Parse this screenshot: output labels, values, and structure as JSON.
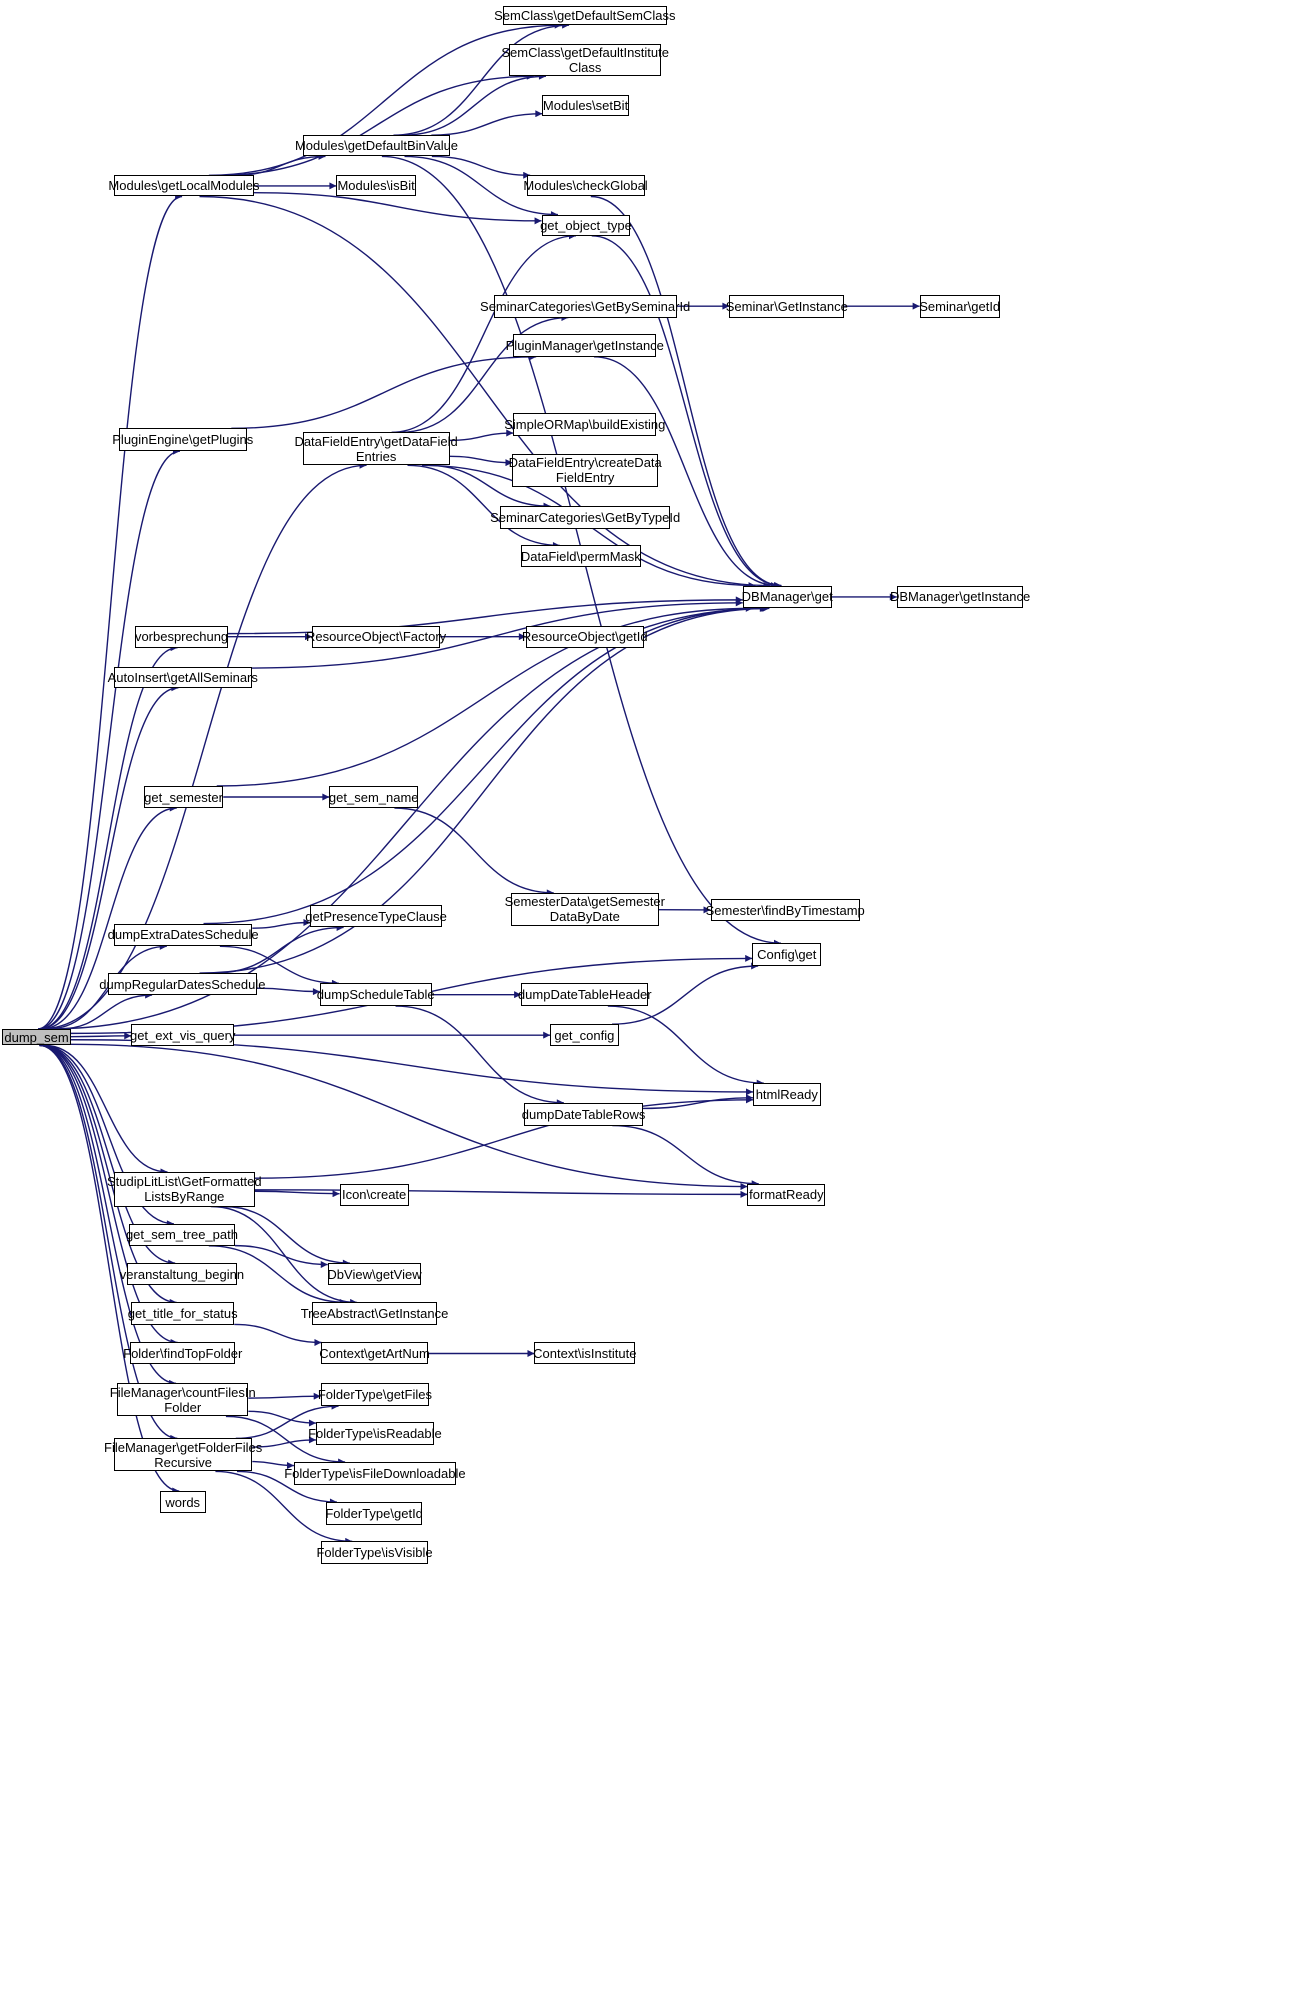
{
  "graph": {
    "root": "dump_sem",
    "colors": {
      "edge": "#191970",
      "root_fill": "#bfbfbf",
      "node_fill": "#ffffff",
      "node_border": "#000000"
    },
    "nodes": [
      {
        "id": "dump_sem",
        "label": "dump_sem"
      },
      {
        "id": "semclass_getdefaultsemclass",
        "label": "SemClass\\getDefaultSemClass"
      },
      {
        "id": "semclass_getdefaultinstituteclass",
        "label": "SemClass\\getDefaultInstitute\nClass"
      },
      {
        "id": "modules_setbit",
        "label": "Modules\\setBit"
      },
      {
        "id": "modules_getdefaultbinvalue",
        "label": "Modules\\getDefaultBinValue"
      },
      {
        "id": "modules_getlocalmodules",
        "label": "Modules\\getLocalModules"
      },
      {
        "id": "modules_isbit",
        "label": "Modules\\isBit"
      },
      {
        "id": "modules_checkglobal",
        "label": "Modules\\checkGlobal"
      },
      {
        "id": "get_object_type",
        "label": "get_object_type"
      },
      {
        "id": "seminarcategories_getbyseminarid",
        "label": "SeminarCategories\\GetBySeminarId"
      },
      {
        "id": "seminar_getinstance",
        "label": "Seminar\\GetInstance"
      },
      {
        "id": "seminar_getid",
        "label": "Seminar\\getId"
      },
      {
        "id": "pluginmanager_getinstance",
        "label": "PluginManager\\getInstance"
      },
      {
        "id": "pluginengine_getplugins",
        "label": "PluginEngine\\getPlugins"
      },
      {
        "id": "datafieldentry_getdatafieldentries",
        "label": "DataFieldEntry\\getDataField\nEntries"
      },
      {
        "id": "simpleormap_buildexisting",
        "label": "SimpleORMap\\buildExisting"
      },
      {
        "id": "datafieldentry_createdatafieldentry",
        "label": "DataFieldEntry\\createData\nFieldEntry"
      },
      {
        "id": "seminarcategories_getbytypeid",
        "label": "SeminarCategories\\GetByTypeId"
      },
      {
        "id": "datafield_permmask",
        "label": "DataField\\permMask"
      },
      {
        "id": "dbmanager_get",
        "label": "DBManager\\get"
      },
      {
        "id": "dbmanager_getinstance",
        "label": "DBManager\\getInstance"
      },
      {
        "id": "vorbesprechung",
        "label": "vorbesprechung"
      },
      {
        "id": "resourceobject_factory",
        "label": "ResourceObject\\Factory"
      },
      {
        "id": "resourceobject_getid",
        "label": "ResourceObject\\getId"
      },
      {
        "id": "autoinsert_getallseminars",
        "label": "AutoInsert\\getAllSeminars"
      },
      {
        "id": "get_semester",
        "label": "get_semester"
      },
      {
        "id": "get_sem_name",
        "label": "get_sem_name"
      },
      {
        "id": "semesterdata_getsemesterdatabydate",
        "label": "SemesterData\\getSemester\nDataByDate"
      },
      {
        "id": "semester_findbytimestamp",
        "label": "Semester\\findByTimestamp"
      },
      {
        "id": "dumpextradatesschedule",
        "label": "dumpExtraDatesSchedule"
      },
      {
        "id": "getpresencetypeclause",
        "label": "getPresenceTypeClause"
      },
      {
        "id": "config_get",
        "label": "Config\\get"
      },
      {
        "id": "dumpregulardatesschedule",
        "label": "dumpRegularDatesSchedule"
      },
      {
        "id": "dumpscheduletable",
        "label": "dumpScheduleTable"
      },
      {
        "id": "dumpdatetableheader",
        "label": "dumpDateTableHeader"
      },
      {
        "id": "get_ext_vis_query",
        "label": "get_ext_vis_query"
      },
      {
        "id": "get_config",
        "label": "get_config"
      },
      {
        "id": "htmlready",
        "label": "htmlReady"
      },
      {
        "id": "dumpdatetablerows",
        "label": "dumpDateTableRows"
      },
      {
        "id": "studiplitlist_getformattedlistsbyrange",
        "label": "StudipLitList\\GetFormatted\nListsByRange"
      },
      {
        "id": "icon_create",
        "label": "Icon\\create"
      },
      {
        "id": "formatready",
        "label": "formatReady"
      },
      {
        "id": "get_sem_tree_path",
        "label": "get_sem_tree_path"
      },
      {
        "id": "dbview_getview",
        "label": "DbView\\getView"
      },
      {
        "id": "veranstaltung_beginn",
        "label": "veranstaltung_beginn"
      },
      {
        "id": "treeabstract_getinstance",
        "label": "TreeAbstract\\GetInstance"
      },
      {
        "id": "get_title_for_status",
        "label": "get_title_for_status"
      },
      {
        "id": "context_getartnum",
        "label": "Context\\getArtNum"
      },
      {
        "id": "context_isinstitute",
        "label": "Context\\isInstitute"
      },
      {
        "id": "folder_findtopfolder",
        "label": "Folder\\findTopFolder"
      },
      {
        "id": "filemanager_countfilesinfolder",
        "label": "FileManager\\countFilesIn\nFolder"
      },
      {
        "id": "foldertype_getfiles",
        "label": "FolderType\\getFiles"
      },
      {
        "id": "foldertype_isreadable",
        "label": "FolderType\\isReadable"
      },
      {
        "id": "filemanager_getfolderfilesrecursive",
        "label": "FileManager\\getFolderFiles\nRecursive"
      },
      {
        "id": "foldertype_isfiledownloadable",
        "label": "FolderType\\isFileDownloadable"
      },
      {
        "id": "foldertype_getid",
        "label": "FolderType\\getId"
      },
      {
        "id": "foldertype_isvisible",
        "label": "FolderType\\isVisible"
      },
      {
        "id": "words",
        "label": "words"
      }
    ],
    "edges": [
      [
        "dump_sem",
        "modules_getlocalmodules"
      ],
      [
        "dump_sem",
        "pluginengine_getplugins"
      ],
      [
        "dump_sem",
        "datafieldentry_getdatafieldentries"
      ],
      [
        "dump_sem",
        "vorbesprechung"
      ],
      [
        "dump_sem",
        "autoinsert_getallseminars"
      ],
      [
        "dump_sem",
        "dbmanager_get"
      ],
      [
        "dump_sem",
        "get_semester"
      ],
      [
        "dump_sem",
        "config_get"
      ],
      [
        "dump_sem",
        "dumpextradatesschedule"
      ],
      [
        "dump_sem",
        "dumpregulardatesschedule"
      ],
      [
        "dump_sem",
        "get_ext_vis_query"
      ],
      [
        "dump_sem",
        "htmlready"
      ],
      [
        "dump_sem",
        "formatready"
      ],
      [
        "dump_sem",
        "studiplitlist_getformattedlistsbyrange"
      ],
      [
        "dump_sem",
        "get_sem_tree_path"
      ],
      [
        "dump_sem",
        "veranstaltung_beginn"
      ],
      [
        "dump_sem",
        "get_title_for_status"
      ],
      [
        "dump_sem",
        "folder_findtopfolder"
      ],
      [
        "dump_sem",
        "filemanager_countfilesinfolder"
      ],
      [
        "dump_sem",
        "filemanager_getfolderfilesrecursive"
      ],
      [
        "dump_sem",
        "words"
      ],
      [
        "modules_getlocalmodules",
        "semclass_getdefaultsemclass"
      ],
      [
        "modules_getlocalmodules",
        "semclass_getdefaultinstituteclass"
      ],
      [
        "modules_getlocalmodules",
        "modules_getdefaultbinvalue"
      ],
      [
        "modules_getlocalmodules",
        "modules_isbit"
      ],
      [
        "modules_getlocalmodules",
        "get_object_type"
      ],
      [
        "modules_getlocalmodules",
        "dbmanager_get"
      ],
      [
        "modules_getdefaultbinvalue",
        "semclass_getdefaultsemclass"
      ],
      [
        "modules_getdefaultbinvalue",
        "semclass_getdefaultinstituteclass"
      ],
      [
        "modules_getdefaultbinvalue",
        "modules_setbit"
      ],
      [
        "modules_getdefaultbinvalue",
        "modules_checkglobal"
      ],
      [
        "modules_getdefaultbinvalue",
        "get_object_type"
      ],
      [
        "modules_getdefaultbinvalue",
        "config_get"
      ],
      [
        "modules_checkglobal",
        "dbmanager_get"
      ],
      [
        "get_object_type",
        "dbmanager_get"
      ],
      [
        "seminarcategories_getbyseminarid",
        "seminar_getinstance"
      ],
      [
        "seminar_getinstance",
        "seminar_getid"
      ],
      [
        "pluginengine_getplugins",
        "pluginmanager_getinstance"
      ],
      [
        "pluginmanager_getinstance",
        "dbmanager_get"
      ],
      [
        "datafieldentry_getdatafieldentries",
        "get_object_type"
      ],
      [
        "datafieldentry_getdatafieldentries",
        "seminarcategories_getbyseminarid"
      ],
      [
        "datafieldentry_getdatafieldentries",
        "dbmanager_get"
      ],
      [
        "datafieldentry_getdatafieldentries",
        "simpleormap_buildexisting"
      ],
      [
        "datafieldentry_getdatafieldentries",
        "datafieldentry_createdatafieldentry"
      ],
      [
        "datafieldentry_getdatafieldentries",
        "seminarcategories_getbytypeid"
      ],
      [
        "datafieldentry_getdatafieldentries",
        "datafield_permmask"
      ],
      [
        "dbmanager_get",
        "dbmanager_getinstance"
      ],
      [
        "vorbesprechung",
        "dbmanager_get"
      ],
      [
        "vorbesprechung",
        "resourceobject_factory"
      ],
      [
        "resourceobject_factory",
        "resourceobject_getid"
      ],
      [
        "autoinsert_getallseminars",
        "dbmanager_get"
      ],
      [
        "get_semester",
        "dbmanager_get"
      ],
      [
        "get_semester",
        "get_sem_name"
      ],
      [
        "get_sem_name",
        "semesterdata_getsemesterdatabydate"
      ],
      [
        "semesterdata_getsemesterdatabydate",
        "semester_findbytimestamp"
      ],
      [
        "dumpextradatesschedule",
        "dbmanager_get"
      ],
      [
        "dumpextradatesschedule",
        "getpresencetypeclause"
      ],
      [
        "dumpextradatesschedule",
        "dumpscheduletable"
      ],
      [
        "dumpregulardatesschedule",
        "dbmanager_get"
      ],
      [
        "dumpregulardatesschedule",
        "getpresencetypeclause"
      ],
      [
        "dumpregulardatesschedule",
        "dumpscheduletable"
      ],
      [
        "dumpscheduletable",
        "dumpdatetableheader"
      ],
      [
        "dumpscheduletable",
        "dumpdatetablerows"
      ],
      [
        "dumpdatetableheader",
        "htmlready"
      ],
      [
        "dumpdatetablerows",
        "htmlready"
      ],
      [
        "dumpdatetablerows",
        "formatready"
      ],
      [
        "get_ext_vis_query",
        "get_config"
      ],
      [
        "get_config",
        "config_get"
      ],
      [
        "studiplitlist_getformattedlistsbyrange",
        "htmlready"
      ],
      [
        "studiplitlist_getformattedlistsbyrange",
        "icon_create"
      ],
      [
        "studiplitlist_getformattedlistsbyrange",
        "formatready"
      ],
      [
        "studiplitlist_getformattedlistsbyrange",
        "dbview_getview"
      ],
      [
        "studiplitlist_getformattedlistsbyrange",
        "treeabstract_getinstance"
      ],
      [
        "get_sem_tree_path",
        "dbview_getview"
      ],
      [
        "get_sem_tree_path",
        "treeabstract_getinstance"
      ],
      [
        "get_title_for_status",
        "context_getartnum"
      ],
      [
        "context_getartnum",
        "context_isinstitute"
      ],
      [
        "filemanager_countfilesinfolder",
        "foldertype_getfiles"
      ],
      [
        "filemanager_countfilesinfolder",
        "foldertype_isreadable"
      ],
      [
        "filemanager_countfilesinfolder",
        "foldertype_isfiledownloadable"
      ],
      [
        "filemanager_getfolderfilesrecursive",
        "foldertype_getfiles"
      ],
      [
        "filemanager_getfolderfilesrecursive",
        "foldertype_isreadable"
      ],
      [
        "filemanager_getfolderfilesrecursive",
        "foldertype_isfiledownloadable"
      ],
      [
        "filemanager_getfolderfilesrecursive",
        "foldertype_getid"
      ],
      [
        "filemanager_getfolderfilesrecursive",
        "foldertype_isvisible"
      ]
    ]
  }
}
